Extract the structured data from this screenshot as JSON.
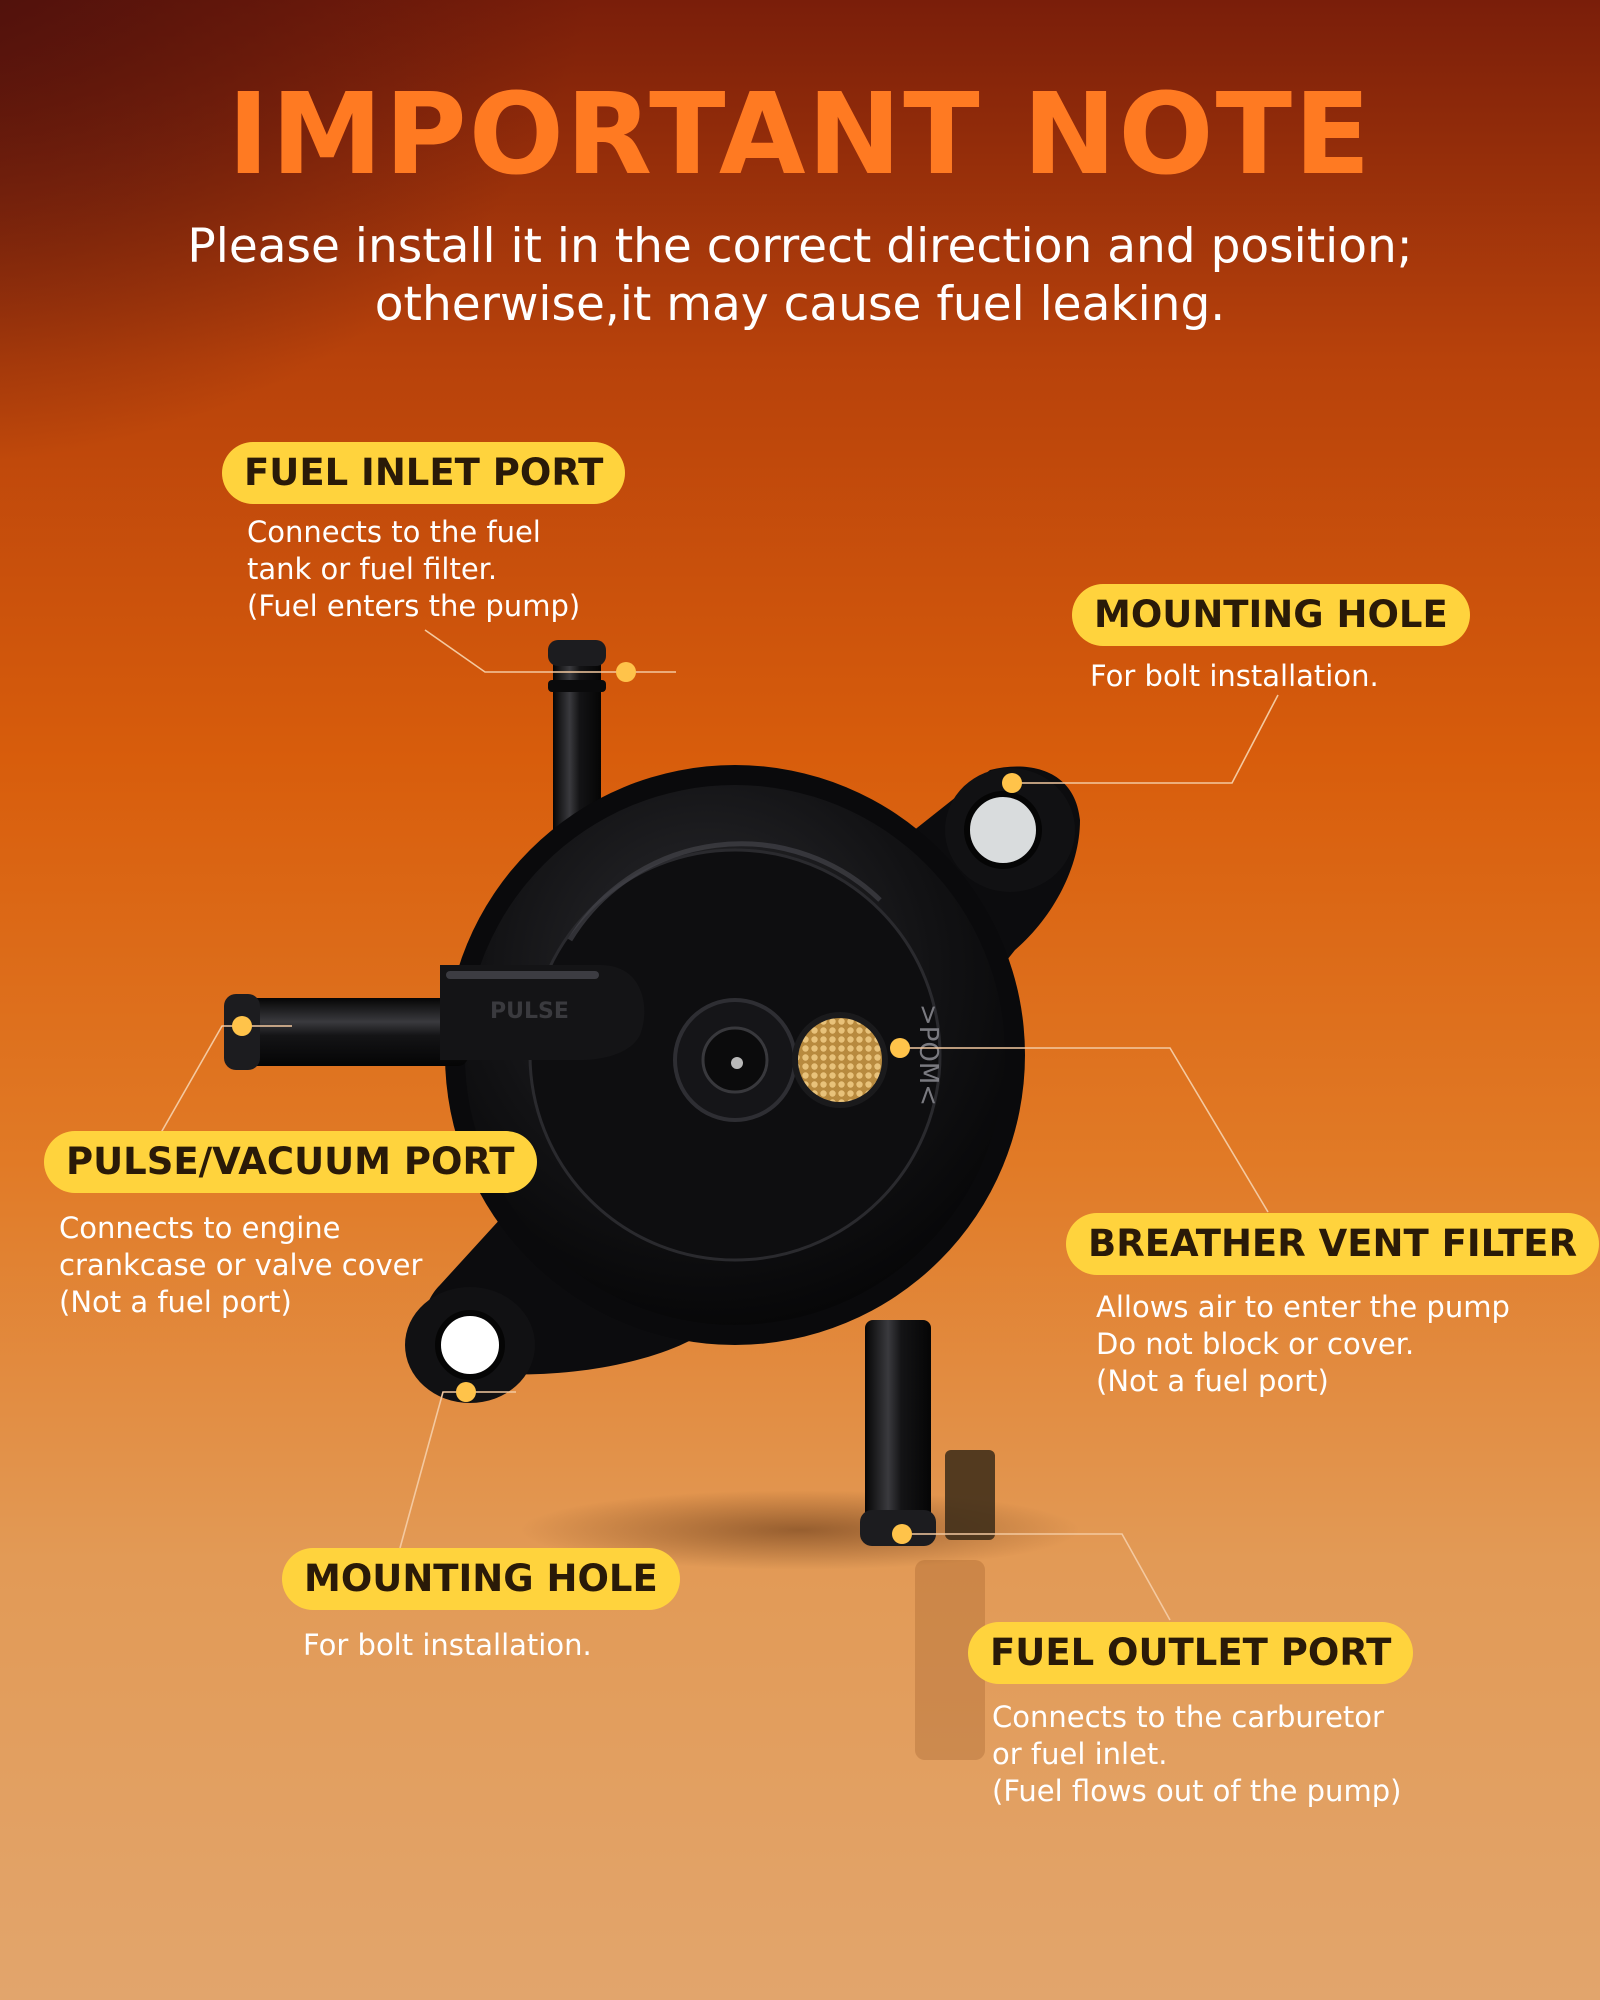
{
  "header": {
    "title": "IMPORTANT NOTE",
    "subtitle_line1": "Please install it in the correct direction and position;",
    "subtitle_line2": "otherwise,it may cause fuel leaking."
  },
  "labels": {
    "fuel_inlet": {
      "title": "FUEL INLET PORT",
      "lines": [
        "Connects to the fuel",
        "tank or fuel filter.",
        "(Fuel enters the pump)"
      ]
    },
    "mounting_hole_top": {
      "title": "MOUNTING HOLE",
      "lines": [
        "For bolt installation."
      ]
    },
    "pulse_vacuum": {
      "title": "PULSE/VACUUM PORT",
      "lines": [
        "Connects to engine",
        "crankcase or valve cover",
        "(Not a fuel port)"
      ]
    },
    "breather_vent": {
      "title": "BREATHER VENT FILTER",
      "lines": [
        "Allows air to enter the pump",
        "Do not block or cover.",
        "(Not a fuel port)"
      ]
    },
    "mounting_hole_bottom": {
      "title": "MOUNTING HOLE",
      "lines": [
        "For bolt installation."
      ]
    },
    "fuel_outlet": {
      "title": "FUEL OUTLET PORT",
      "lines": [
        "Connects to the carburetor",
        "or fuel inlet.",
        "(Fuel flows out of the pump)"
      ]
    }
  },
  "pump_markings": {
    "pulse": "PULSE",
    "pom": ">POM<"
  },
  "colors": {
    "accent_title": "#ff7a22",
    "pill_background": "#ffd33d",
    "leader_dot": "#ffc34a",
    "leader_line": "#f4c9a0",
    "pump_body": "#0d0d0f"
  }
}
